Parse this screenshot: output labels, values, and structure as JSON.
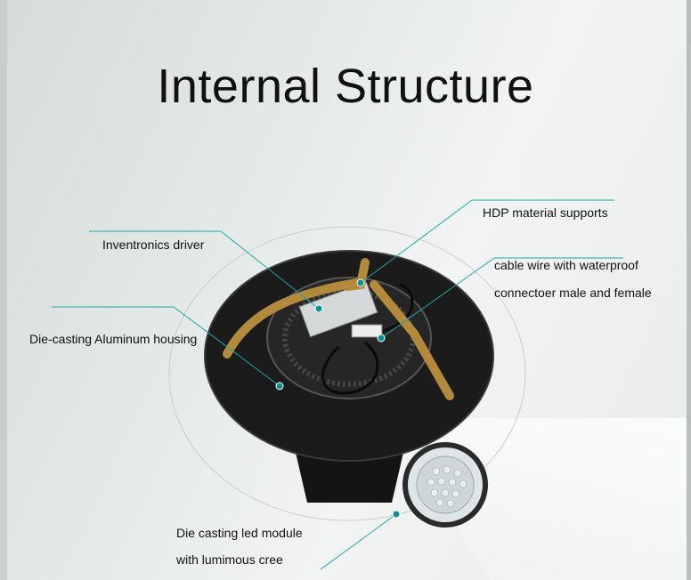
{
  "title": "Internal Structure",
  "labels": {
    "hdp": "HDP material supports",
    "driver": "Inventronics driver",
    "cable_1": "cable wire with waterproof",
    "cable_2": "connectoer male and female",
    "housing": "Die-casting Aluminum housing",
    "led_1": "Die casting led module",
    "led_2": "with lumimous cree"
  },
  "colors": {
    "leader_line": "#1aa7a7",
    "dot": "#0e8f95",
    "disc": "#1b1b1b",
    "bracket": "#b38a3c"
  }
}
